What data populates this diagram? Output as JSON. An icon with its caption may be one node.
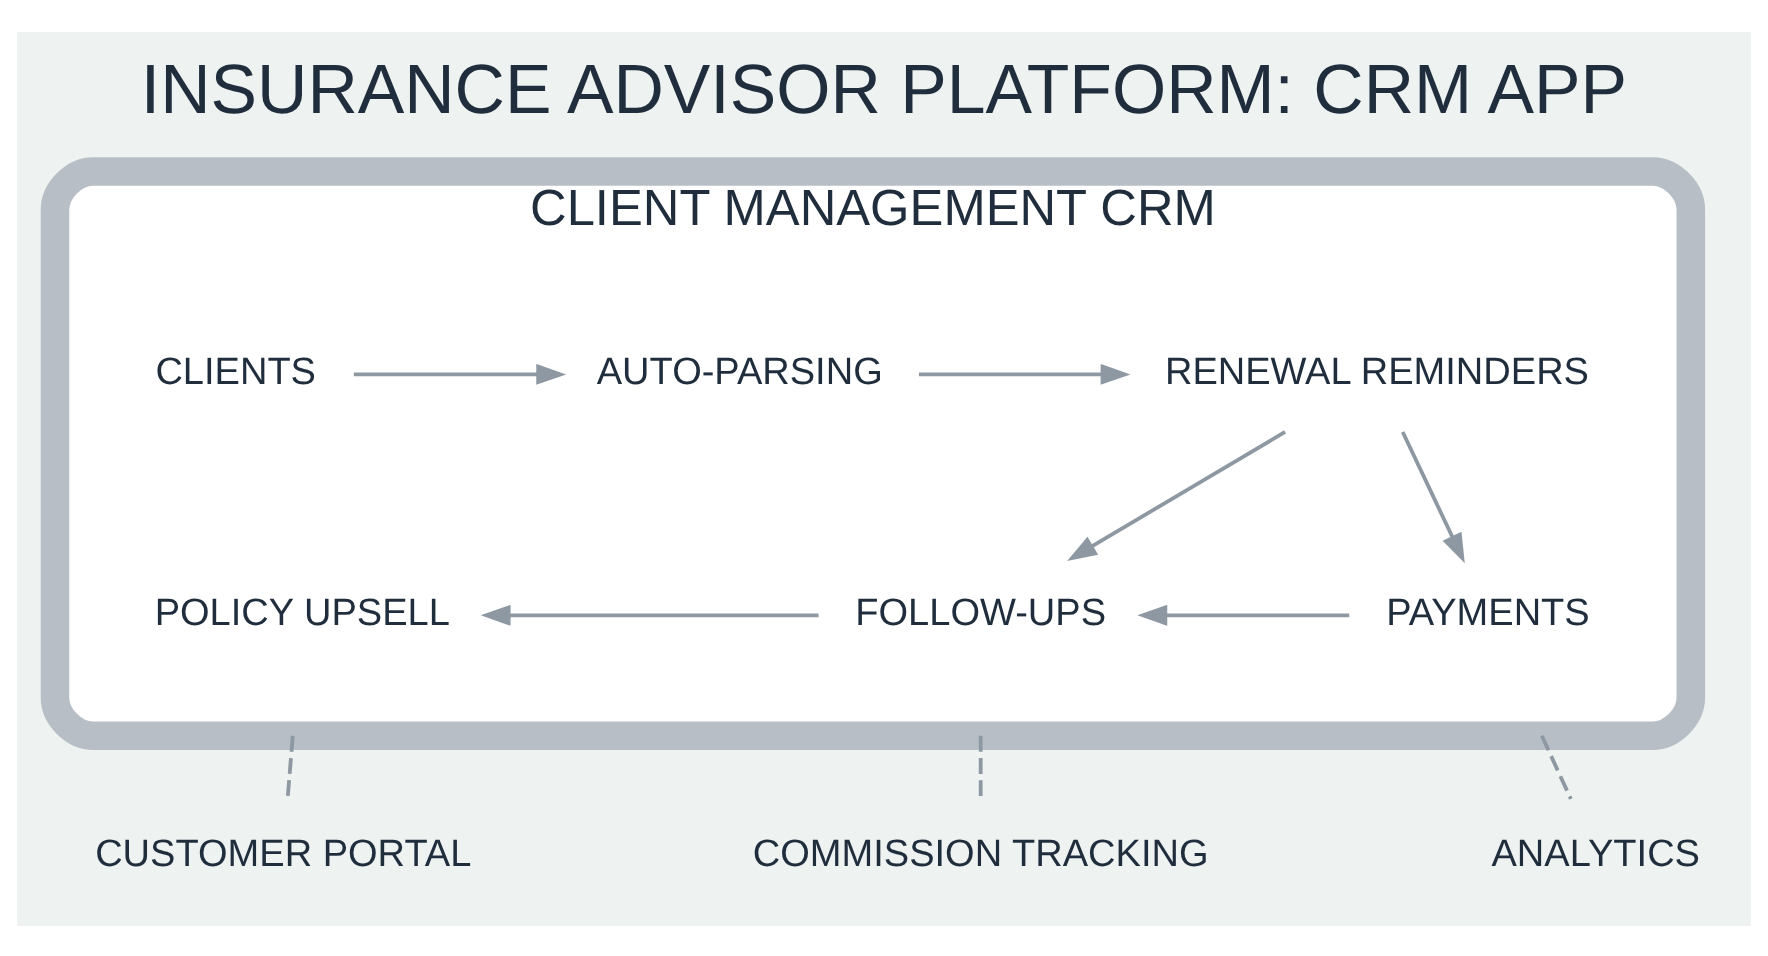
{
  "diagram": {
    "title": "INSURANCE ADVISOR PLATFORM: CRM APP",
    "nodes": [
      {
        "text": [
          "CLIENT MANAGEMENT CRM"
        ]
      },
      {
        "text": [
          "CLIENTS"
        ],
        "in": 0
      },
      {
        "text": [
          "AUTO-PARSING"
        ],
        "in": 0
      },
      {
        "text": [
          "RENEWAL REMINDERS"
        ],
        "in": 0
      },
      {
        "text": [
          "POLICY UPSELL"
        ],
        "in": 0
      },
      {
        "text": [
          "FOLLOW-UPS"
        ],
        "in": 0
      },
      {
        "text": [
          "PAYMENTS"
        ],
        "in": 0
      },
      {
        "text": [
          "CUSTOMER PORTAL"
        ]
      },
      {
        "text": [
          "COMMISSION TRACKING"
        ]
      },
      {
        "text": [
          "ANALYTICS"
        ]
      }
    ],
    "edges": [
      {
        "from": 1,
        "to": 2,
        "arrow": "to"
      },
      {
        "from": 2,
        "to": 3,
        "arrow": "to"
      },
      {
        "from": 3,
        "to": 5,
        "arrow": "to"
      },
      {
        "from": 3,
        "to": 6,
        "arrow": "to"
      },
      {
        "from": 6,
        "to": 5,
        "arrow": "to"
      },
      {
        "from": 5,
        "to": 4,
        "arrow": "to"
      },
      {
        "from": 0,
        "to": 7,
        "arrow": "none",
        "style": "dashed"
      },
      {
        "from": 0,
        "to": 8,
        "arrow": "none",
        "style": "dashed"
      },
      {
        "from": 0,
        "to": 9,
        "arrow": "none",
        "style": "dashed"
      }
    ]
  }
}
